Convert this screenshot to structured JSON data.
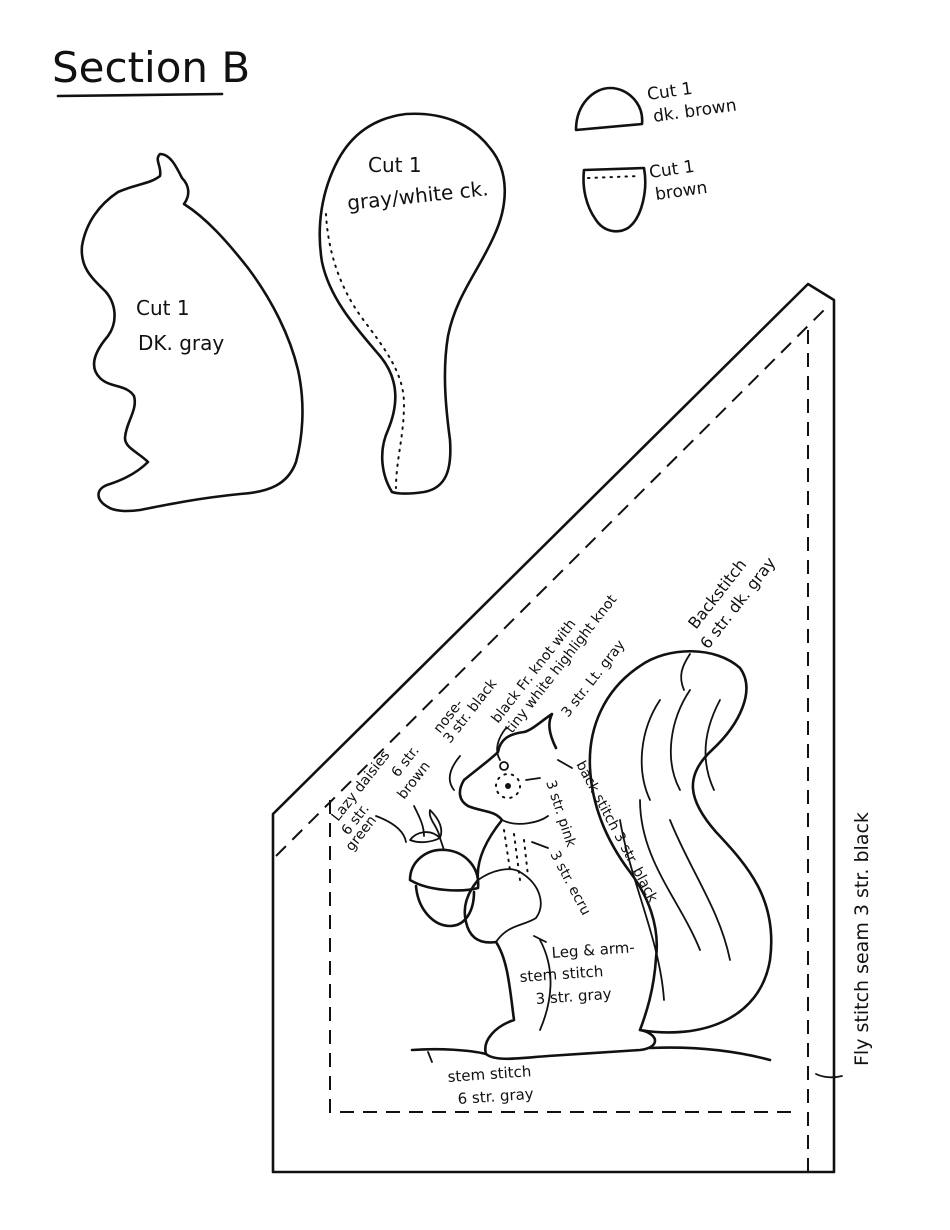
{
  "title": "Section B",
  "pieces": {
    "body": [
      "Cut 1",
      "DK. gray"
    ],
    "tail": [
      "Cut 1",
      "gray/white ck."
    ],
    "acorn_cap": [
      "Cut 1",
      "dk. brown"
    ],
    "acorn_nut": [
      "Cut 1",
      "brown"
    ]
  },
  "notes": {
    "lazy_daisies": [
      "Lazy daisies",
      "6 str.",
      "green"
    ],
    "stem_brown": [
      "6 str.",
      "brown"
    ],
    "nose": [
      "nose-",
      "3 str. black"
    ],
    "eye": [
      "black Fr. knot with",
      "tiny white highlight knot"
    ],
    "eye_ring": "3 str. Lt. gray",
    "backstitch_tail": [
      "Backstitch",
      "6 str. dk. gray"
    ],
    "pink": "3 str. pink",
    "back_black": "back stitch 3 str. black",
    "ecru": "3 str. ecru",
    "leg_arm": [
      "Leg & arm-",
      "stem stitch",
      "3 str. gray"
    ],
    "ground": [
      "stem stitch",
      "6 str. gray"
    ],
    "seam": "Fly stitch seam 3 str. black"
  }
}
